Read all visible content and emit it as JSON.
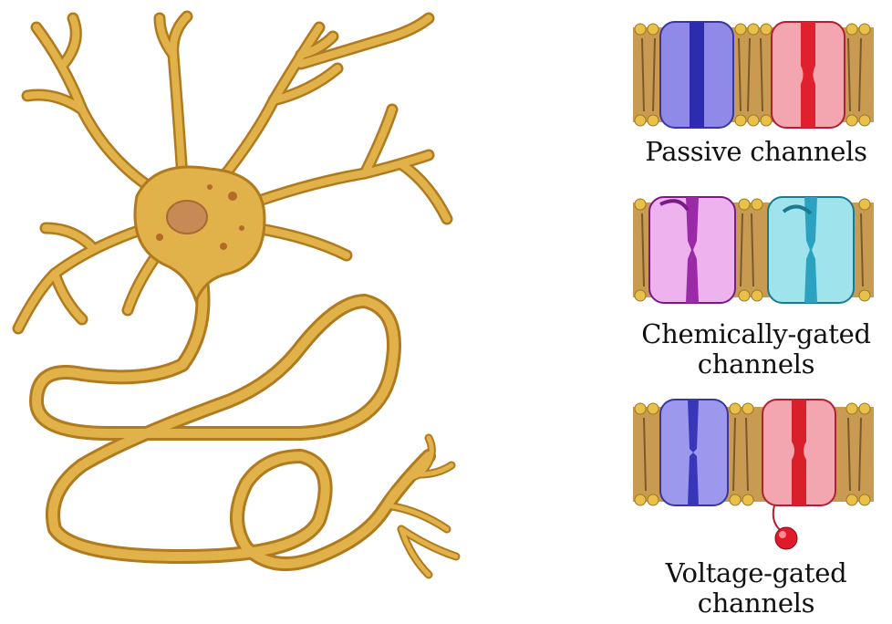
{
  "labels": {
    "passive": "Passive channels",
    "chemical_line1": "Chemically-gated",
    "chemical_line2": "channels",
    "voltage_line1": "Voltage-gated",
    "voltage_line2": "channels"
  },
  "colors": {
    "neuron": "#d9a43a",
    "neuron_dark": "#b07a1e",
    "membrane_head": "#e8c04a",
    "membrane_tail": "#a9824a",
    "passive_left": "#8f8ae8",
    "passive_left_core": "#2d2bb0",
    "passive_right": "#f4a6b0",
    "passive_right_core": "#e0202c",
    "chemical_left": "#eeb3ee",
    "chemical_left_core": "#9a2aa8",
    "chemical_right": "#9fe4ec",
    "chemical_right_core": "#2aa2c0",
    "voltage_left": "#9c98ee",
    "voltage_left_core": "#3a36b8",
    "voltage_right": "#f4a6b0",
    "voltage_right_core": "#d8202a",
    "voltage_ball": "#e01a2a"
  }
}
